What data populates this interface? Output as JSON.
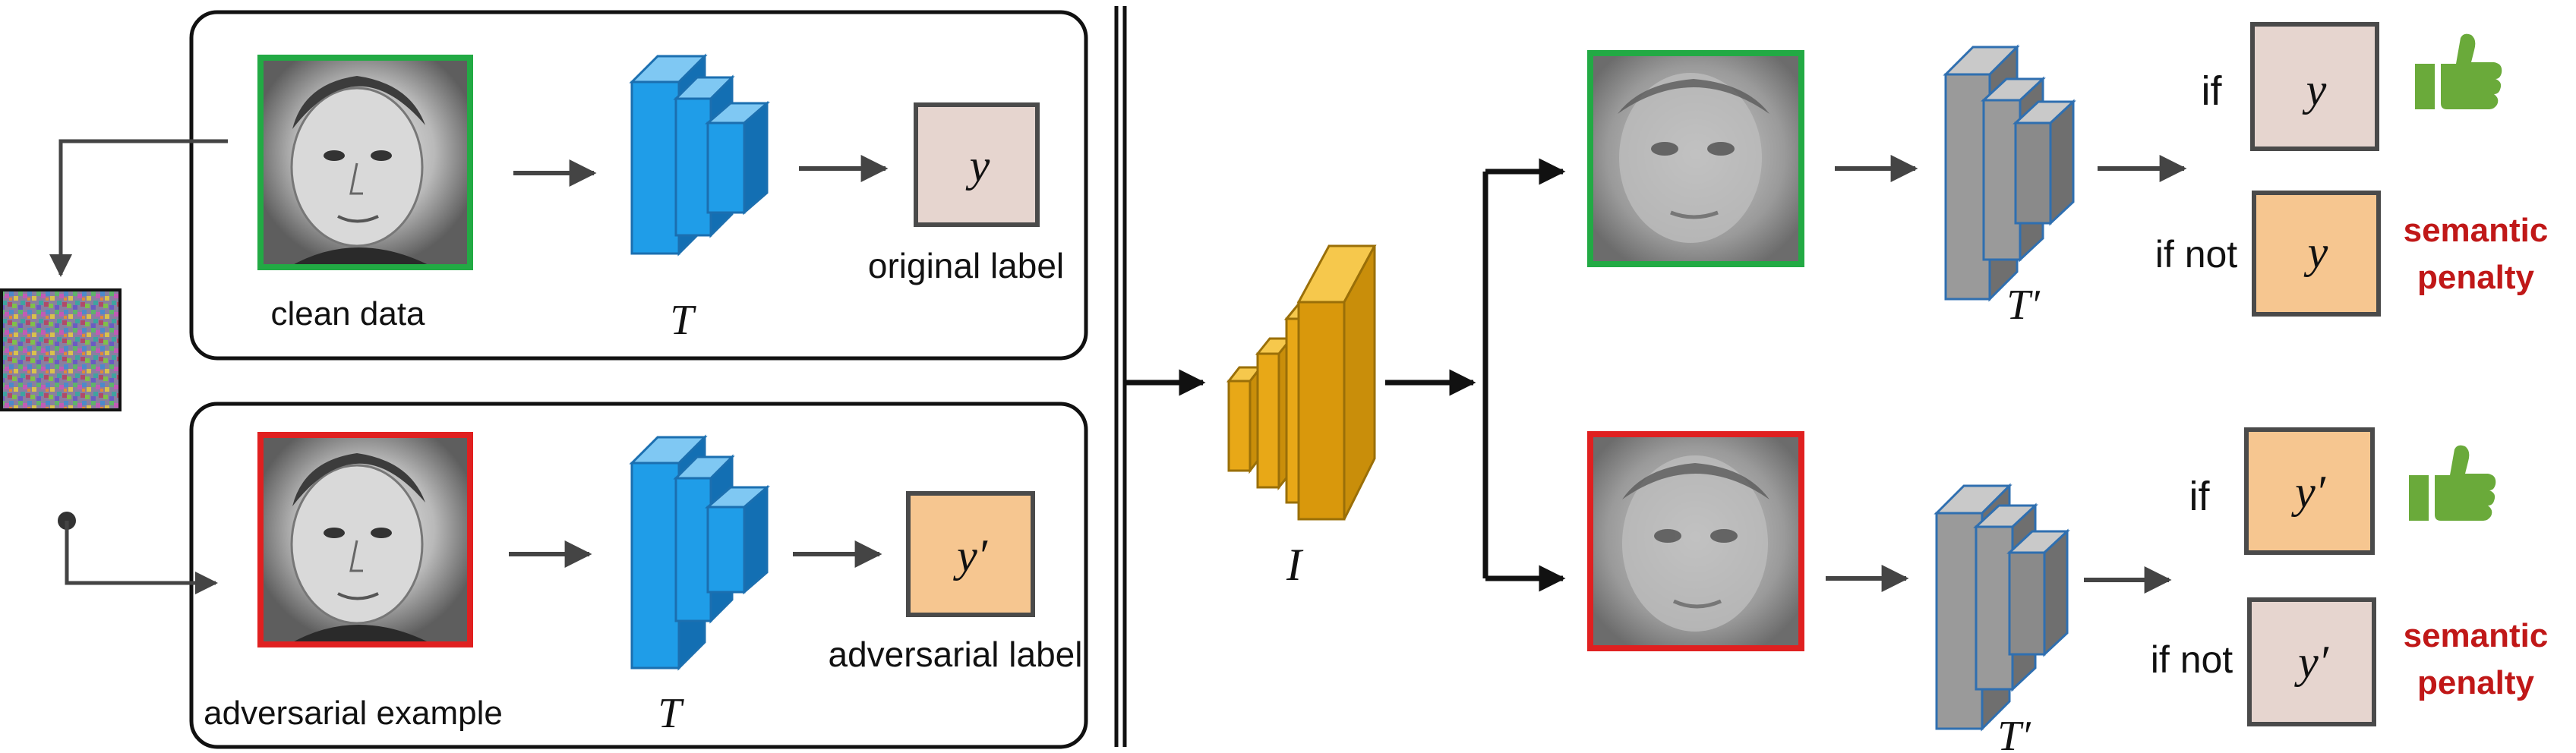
{
  "left_panel": {
    "clean_caption": "clean data",
    "adversarial_caption": "adversarial example",
    "original_label_caption": "original label",
    "adversarial_label_caption": "adversarial label",
    "target_model_symbol": "T",
    "clean_label_symbol": "y",
    "adversarial_label_symbol": "y′"
  },
  "middle": {
    "inverse_model_symbol": "I"
  },
  "right_panel": {
    "reconstructed_model_symbol": "T′",
    "top_rows": {
      "if_text": "if",
      "if_not_text": "if not",
      "if_symbol": "y",
      "if_not_symbol": "y",
      "penalty_line1": "semantic",
      "penalty_line2": "penalty"
    },
    "bottom_rows": {
      "if_text": "if",
      "if_not_text": "if not",
      "if_symbol": "y′",
      "if_not_symbol": "y′",
      "penalty_line1": "semantic",
      "penalty_line2": "penalty"
    }
  },
  "colors": {
    "clean_frame": "#22aa44",
    "adversarial_frame": "#e02020",
    "target_model_fill": "#1f9de8",
    "inverse_model_fill": "#e8a817",
    "reconstructed_model_fill": "#8c8c8c",
    "clean_label_fill": "#e6d5cf",
    "adversarial_label_fill": "#f6c690",
    "thumbs_up": "#6aaa3a",
    "penalty_text": "#c01818"
  }
}
